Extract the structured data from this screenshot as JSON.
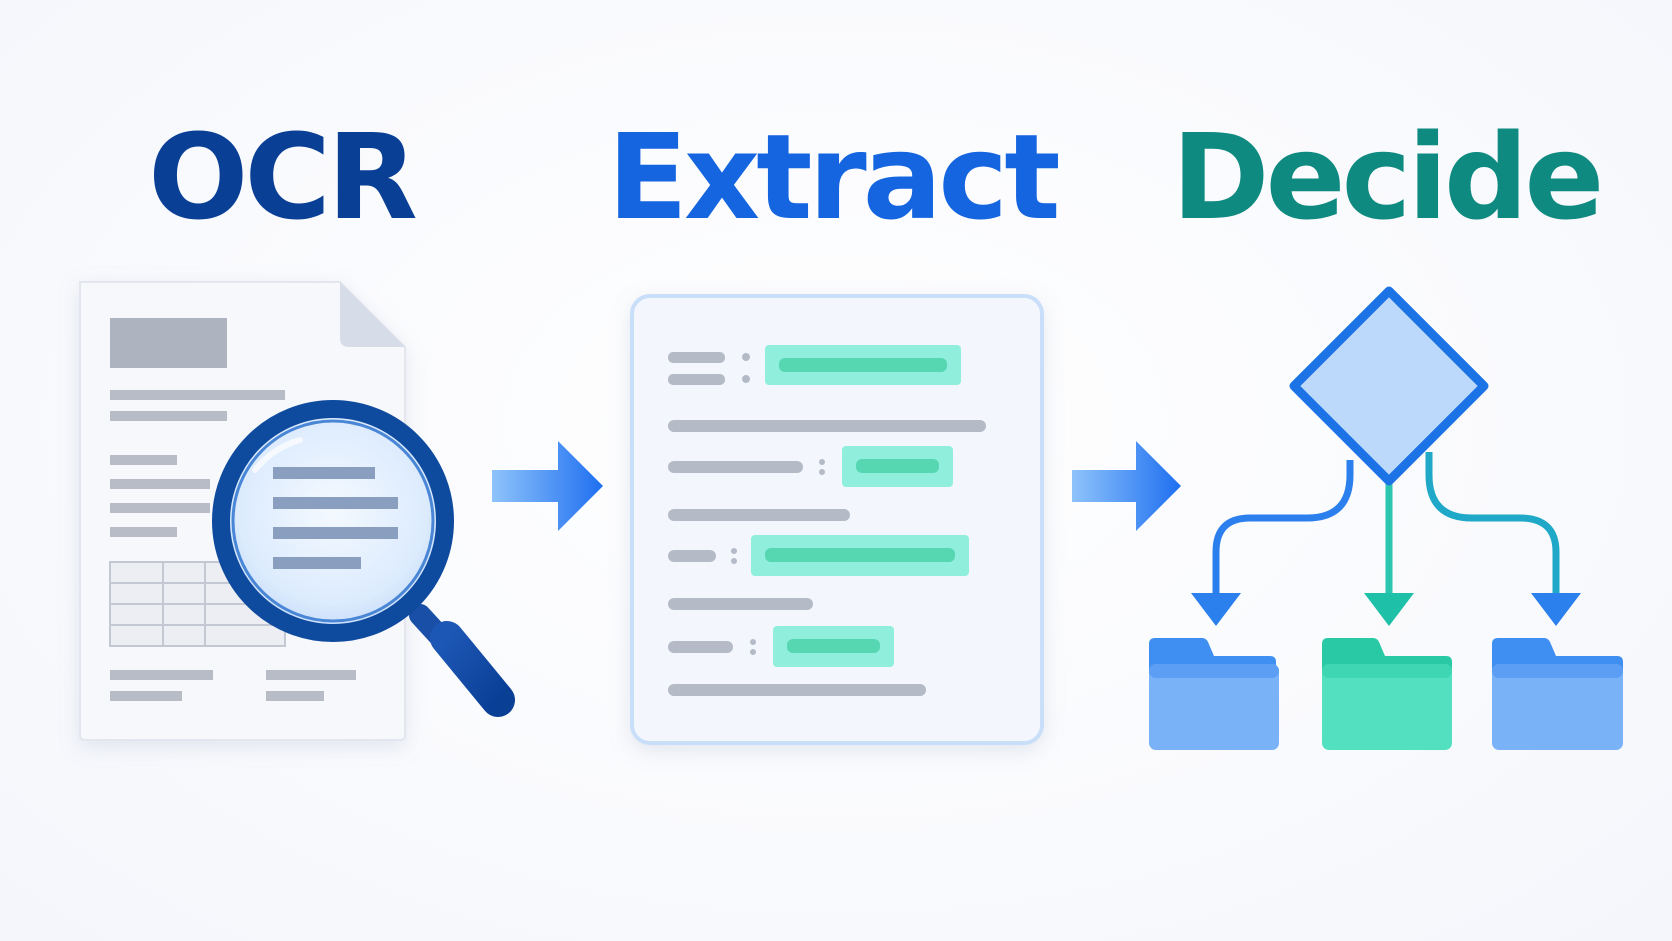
{
  "stages": [
    {
      "label": "OCR",
      "color": "#0a3f96"
    },
    {
      "label": "Extract",
      "color": "#1565e0"
    },
    {
      "label": "Decide",
      "color": "#0e8a80"
    }
  ],
  "colors": {
    "document_gray": "#adb3bf",
    "highlight_green": "#57d6b2",
    "field_green": "#8feedc",
    "arrow_blue": "#2b7ff0",
    "folder_blue": "#79b2f7",
    "folder_green": "#52e0c0",
    "diamond_fill": "#bcd8fb",
    "diamond_stroke": "#1c73e6"
  },
  "icons": {
    "scanned_document": "document-icon",
    "magnifier": "magnifying-glass-icon",
    "extracted_fields_card": "form-card-icon",
    "decision": "decision-diamond-icon",
    "outputs": [
      "folder-icon",
      "folder-icon",
      "folder-icon"
    ]
  }
}
